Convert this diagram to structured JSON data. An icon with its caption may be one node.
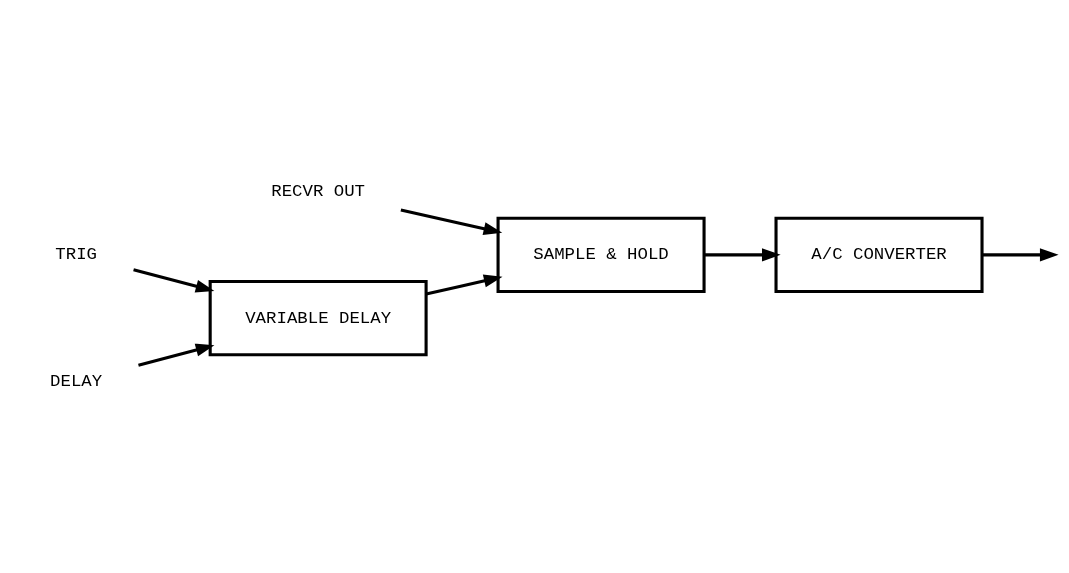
{
  "diagram": {
    "nodes": [
      {
        "text": [
          "RECVR OUT"
        ]
      },
      {
        "text": [
          "SAMPLE & HOLD"
        ]
      },
      {
        "text": [
          "A/C CONVERTER"
        ]
      },
      {
        "text": [
          "TRIG"
        ]
      },
      {
        "text": [
          "VARIABLE DELAY"
        ]
      },
      {
        "text": [
          "DELAY"
        ]
      }
    ],
    "edges": [
      {
        "from": 0,
        "to": 1,
        "arrow": "to"
      },
      {
        "from": 1,
        "to": 2,
        "arrow": "to"
      },
      {
        "from": 2,
        "to": null,
        "arrow": "to"
      },
      {
        "from": 3,
        "to": 4,
        "arrow": "to"
      },
      {
        "from": 4,
        "to": 1,
        "arrow": "to"
      },
      {
        "from": 5,
        "to": 4,
        "arrow": "to"
      }
    ]
  }
}
